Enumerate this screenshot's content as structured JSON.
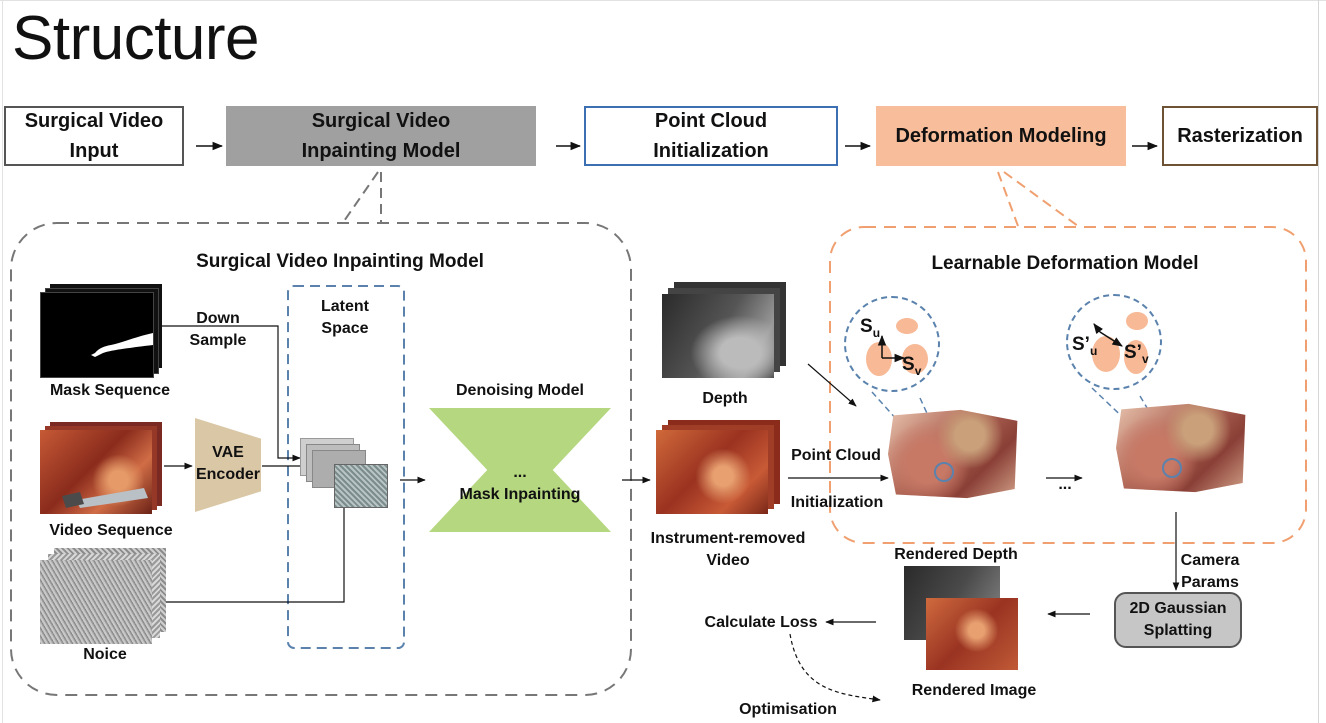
{
  "title": "Structure",
  "pipeline": {
    "input": "Surgical Video\nInput",
    "inpainting": "Surgical Video\nInpainting Model",
    "pointcloud": "Point Cloud\nInitialization",
    "deformation": "Deformation Modeling",
    "raster": "Rasterization"
  },
  "inpainting_panel": {
    "title": "Surgical Video Inpainting Model",
    "down_sample": "Down\nSample",
    "latent_space": "Latent\nSpace",
    "mask_sequence": "Mask Sequence",
    "video_sequence": "Video Sequence",
    "noise": "Noice",
    "vae": "VAE\nEncoder",
    "denoising_title": "Denoising Model",
    "denoising_body": "...\nMask Inpainting"
  },
  "middle": {
    "depth": "Depth",
    "instrument_removed": "Instrument-removed\nVideo",
    "point_cloud": "Point Cloud",
    "initialization": "Initialization"
  },
  "deformation_panel": {
    "title": "Learnable Deformation Model",
    "su": "S",
    "su_sub": "u",
    "sv": "S",
    "sv_sub": "v",
    "su_prime": "S’",
    "su_prime_sub": "u",
    "sv_prime": "S’",
    "sv_prime_sub": "v",
    "ellipsis": "..."
  },
  "bottom": {
    "camera_params": "Camera\nParams",
    "gaussian_splatting": "2D Gaussian\nSplatting",
    "rendered_depth": "Rendered Depth",
    "rendered_image": "Rendered Image",
    "calculate_loss": "Calculate Loss",
    "optimisation": "Optimisation"
  },
  "colors": {
    "inpainting_box": "#a0a0a0",
    "pointcloud_border": "#3d6fb3",
    "deformation_box": "#f8bd9b",
    "raster_border": "#6e5236",
    "latent_dash": "#5a82ad",
    "deformation_dash": "#f0a070",
    "vae": "#dac7a6",
    "denoiser": "#b5d780",
    "gaussian_box": "#c6c6c6"
  }
}
